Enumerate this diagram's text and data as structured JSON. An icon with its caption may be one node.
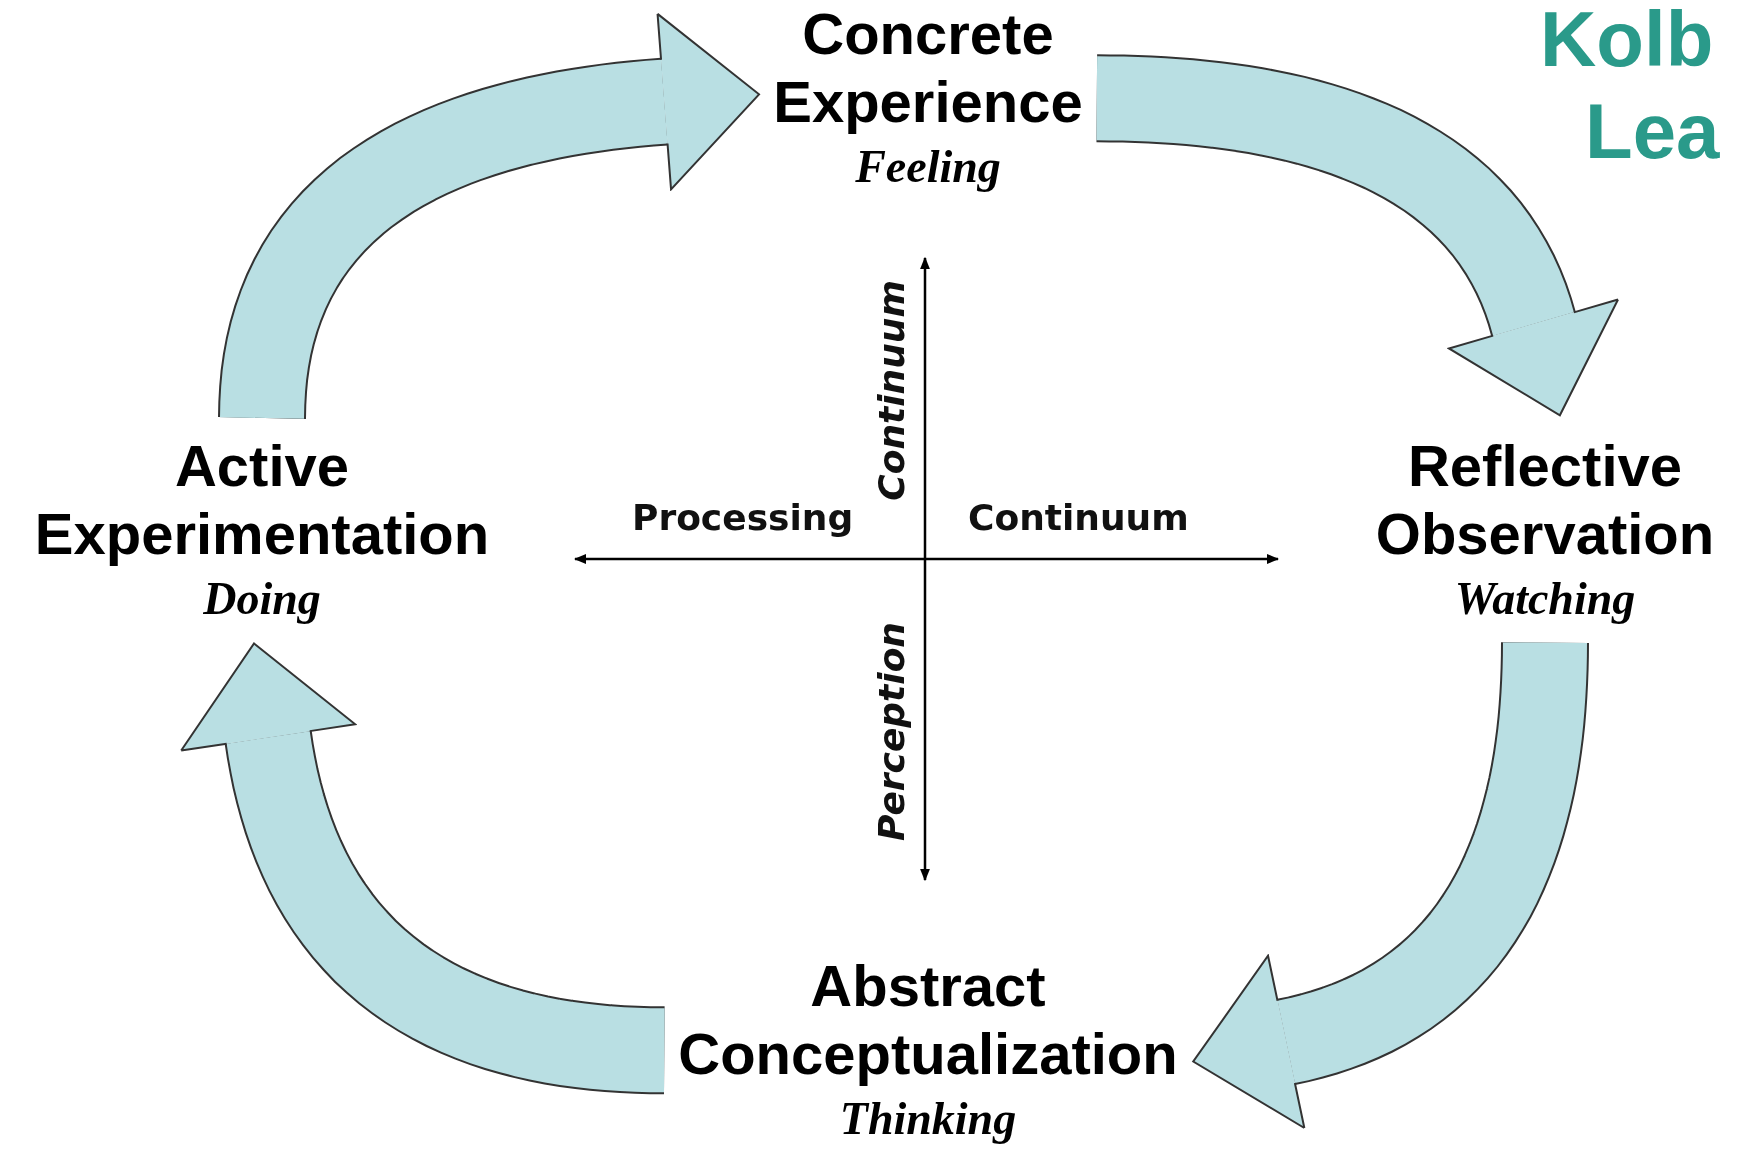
{
  "diagram": {
    "nodes": [
      {
        "text": [
          "Concrete Experience",
          "Feeling"
        ]
      },
      {
        "text": [
          "Reflective Observation",
          "Watching"
        ]
      },
      {
        "text": [
          "Abstract Conceptualization",
          "Thinking"
        ]
      },
      {
        "text": [
          "Active Experimentation",
          "Doing"
        ]
      }
    ],
    "edges": [
      {
        "from": 0,
        "to": 1,
        "arrow": "to"
      },
      {
        "from": 1,
        "to": 2,
        "arrow": "to"
      },
      {
        "from": 2,
        "to": 3,
        "arrow": "to"
      },
      {
        "from": 3,
        "to": 0,
        "arrow": "to"
      }
    ],
    "labels": [
      "Kolb",
      "Lea",
      "Continuum",
      "Processing",
      "Continuum",
      "Perception"
    ]
  }
}
